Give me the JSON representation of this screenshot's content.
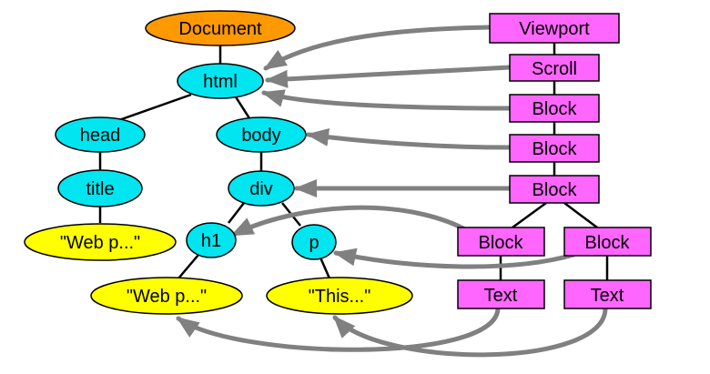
{
  "colors": {
    "document_fill": "#ff9900",
    "dom_fill": "#00e5ef",
    "text_fill": "#ffff00",
    "render_fill": "#ff66ff",
    "edge": "#000000",
    "arrow": "#808080"
  },
  "dom_tree": {
    "document": "Document",
    "html": "html",
    "head": "head",
    "body": "body",
    "title": "title",
    "div": "div",
    "title_text": "\"Web p...\"",
    "h1": "h1",
    "p": "p",
    "h1_text": "\"Web p...\"",
    "p_text": "\"This...\""
  },
  "render_tree": {
    "viewport": "Viewport",
    "scroll": "Scroll",
    "block1": "Block",
    "block2": "Block",
    "block3": "Block",
    "block_left": "Block",
    "block_right": "Block",
    "text_left": "Text",
    "text_right": "Text"
  }
}
